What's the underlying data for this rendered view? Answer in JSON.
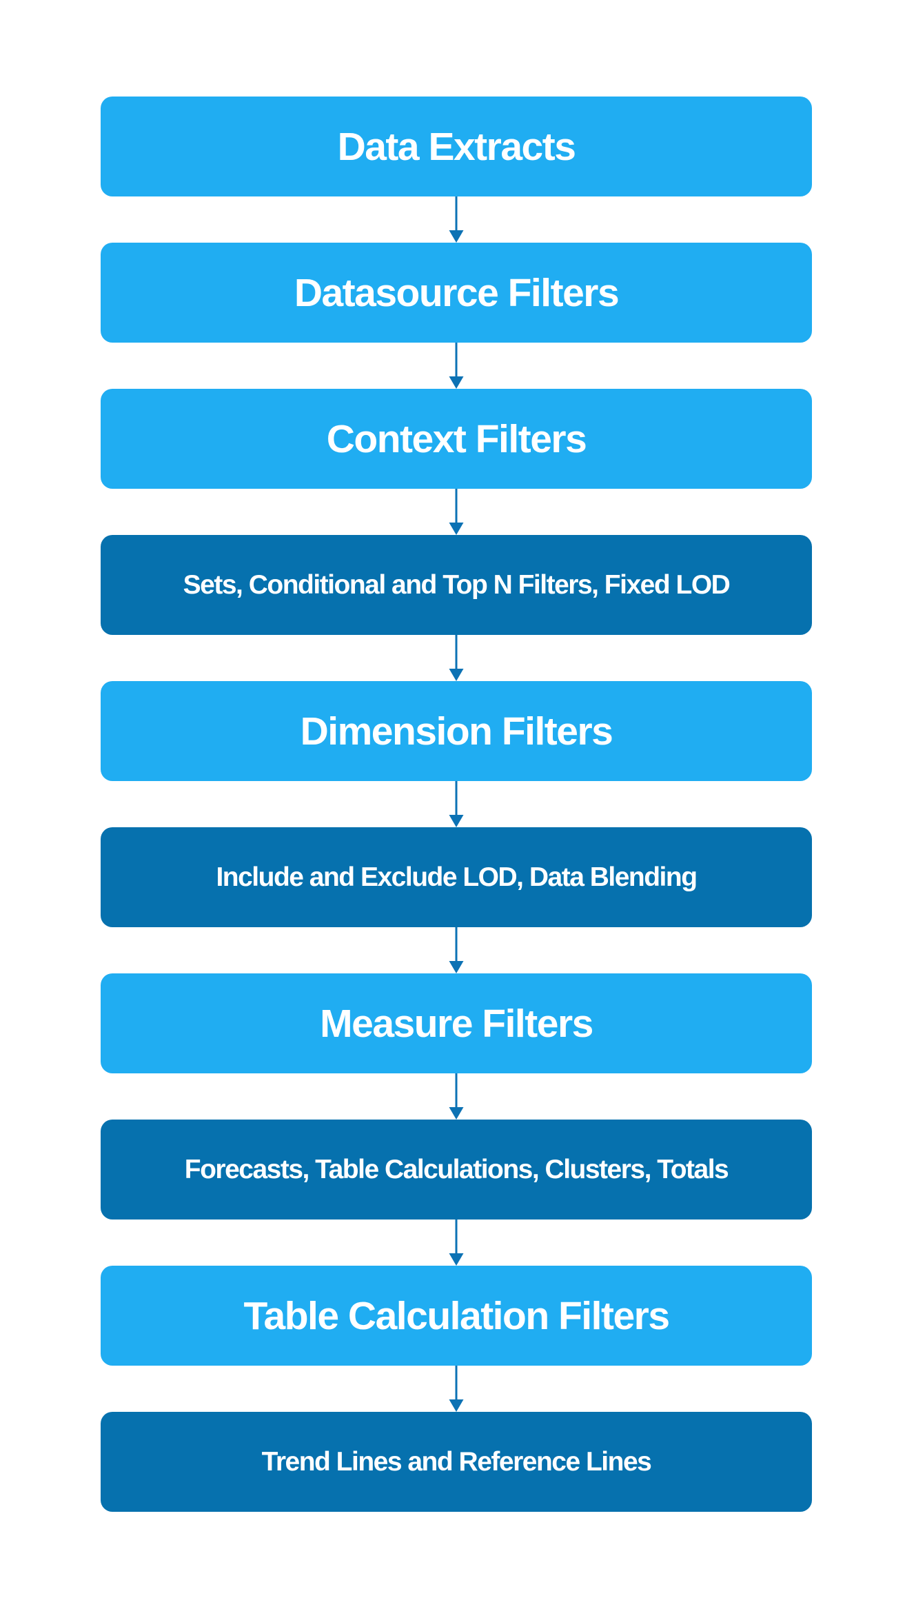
{
  "flow": {
    "steps": [
      {
        "label": "Data Extracts",
        "variant": "light"
      },
      {
        "label": "Datasource Filters",
        "variant": "light"
      },
      {
        "label": "Context Filters",
        "variant": "light"
      },
      {
        "label": "Sets, Conditional and Top N Filters, Fixed LOD",
        "variant": "dark"
      },
      {
        "label": "Dimension Filters",
        "variant": "light"
      },
      {
        "label": "Include and Exclude LOD, Data Blending",
        "variant": "dark"
      },
      {
        "label": "Measure Filters",
        "variant": "light"
      },
      {
        "label": "Forecasts, Table Calculations, Clusters, Totals",
        "variant": "dark"
      },
      {
        "label": "Table Calculation Filters",
        "variant": "light"
      },
      {
        "label": "Trend Lines and Reference Lines",
        "variant": "dark"
      }
    ]
  },
  "colors": {
    "light_box": "#20adf2",
    "dark_box": "#0671ae",
    "arrow": "#0c72b4",
    "text": "#ffffff",
    "background": "#ffffff"
  }
}
